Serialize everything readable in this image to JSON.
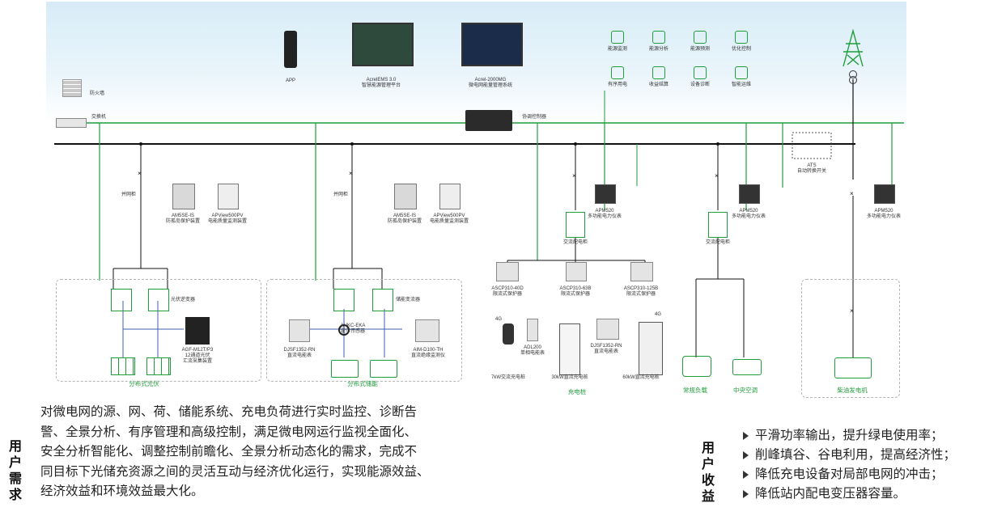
{
  "top": {
    "app": "APP",
    "ems_line1": "AcrelEMS 3.0",
    "ems_line2": "智慧能源管理平台",
    "mg_line1": "Acrel-2000MG",
    "mg_line2": "微电网能量管理系统",
    "firewall": "防火墙",
    "switch": "交换机",
    "controller": "协调控制器"
  },
  "functions": [
    {
      "label": "能源监测",
      "icon": "monitor-icon"
    },
    {
      "label": "能源分析",
      "icon": "analysis-icon"
    },
    {
      "label": "能源预测",
      "icon": "forecast-icon"
    },
    {
      "label": "优化控制",
      "icon": "control-icon"
    },
    {
      "label": "有序用电",
      "icon": "ordered-power-icon"
    },
    {
      "label": "收益结算",
      "icon": "settlement-icon"
    },
    {
      "label": "设备诊断",
      "icon": "diagnosis-icon"
    },
    {
      "label": "智能运维",
      "icon": "maintenance-icon"
    }
  ],
  "ats": {
    "line1": "ATS",
    "line2": "自动转换开关"
  },
  "pv": {
    "grid_cabinet": "并网柜",
    "protector_name": "AM5SE-IS",
    "protector_desc": "防孤岛保护装置",
    "quality_name": "APView500PV",
    "quality_desc": "电能质量监测装置",
    "inverter": "光伏逆变器",
    "combiner_name": "AGF-M12T/P3",
    "combiner_desc1": "12通道光伏",
    "combiner_desc2": "汇流采集装置",
    "zone_title": "分布式光伏"
  },
  "storage": {
    "grid_cabinet": "并网柜",
    "protector_name": "AM5SE-IS",
    "protector_desc": "防孤岛保护装置",
    "quality_name": "APView500PV",
    "quality_desc": "电能质量监测装置",
    "pcs": "储能变流器",
    "meter_name": "DJSF1352-RN",
    "meter_desc": "直流电能表",
    "hall_name": "AHKC-EKA",
    "hall_desc": "霍尔传感器",
    "insul_name": "AIM-D100-TH",
    "insul_desc": "直流绝缘监测仪",
    "zone_title": "分布式储能"
  },
  "charging": {
    "meter_name": "APM520",
    "meter_desc": "多功能电力仪表",
    "cabinet": "交流配电柜",
    "p1_name": "ASCP310-40D",
    "p1_desc": "限流式保护器",
    "p2_name": "ASCP310-63B",
    "p2_desc": "限流式保护器",
    "p3_name": "ASCP310-125B",
    "p3_desc": "限流式保护器",
    "signal_4g": "4G",
    "adl_name": "ADL200",
    "adl_desc": "单相电能表",
    "dc_meter_name": "DJSF1352-RN",
    "dc_meter_desc": "直流电能表",
    "ac_pile": "7kW交流充电桩",
    "dc_pile_30": "30kW直流充电桩",
    "dc_pile_60": "60kW直流充电桩",
    "zone_title": "充电桩"
  },
  "load": {
    "meter_name": "APM520",
    "meter_desc": "多功能电力仪表",
    "cabinet": "交流配电柜",
    "normal_load": "常规负载",
    "ac": "中央空调"
  },
  "generator": {
    "meter_name": "APM520",
    "meter_desc": "多功能电力仪表",
    "title": "柴油发电机"
  },
  "needs": {
    "title": [
      "用",
      "户",
      "需",
      "求"
    ],
    "lines": [
      "对微电网的源、网、荷、储能系统、充电负荷进行实时监控、诊断告",
      "警、全景分析、有序管理和高级控制，满足微电网运行监视全面化、",
      "安全分析智能化、调整控制前瞻化、全景分析动态化的需求，完成不",
      "同目标下光储充资源之间的灵活互动与经济优化运行，实现能源效益、",
      "经济效益和环境效益最大化。"
    ]
  },
  "benefits": {
    "title": [
      "用",
      "户",
      "收",
      "益"
    ],
    "items": [
      "平滑功率输出，提升绿电使用率；",
      "削峰填谷、谷电利用，提高经济性；",
      "降低充电设备对局部电网的冲击；",
      "降低站内配电变压器容量。"
    ]
  },
  "colors": {
    "accent": "#1f9e3a",
    "line": "#111111",
    "sky": "#d7ecf7"
  }
}
